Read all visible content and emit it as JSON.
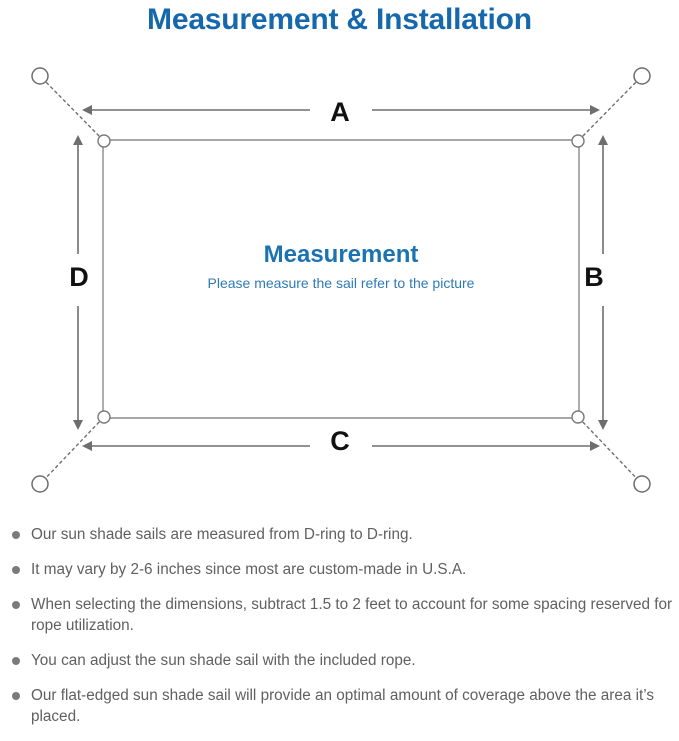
{
  "page": {
    "title": "Measurement & Installation",
    "title_color": "#1668AD",
    "background_color": "#FFFFFF"
  },
  "diagram": {
    "name": "sun-shade-sail-measurement-diagram",
    "sail_caption": {
      "heading": "Measurement",
      "subtext": "Please measure the sail refer to the picture",
      "heading_color": "#1B73B0",
      "subtext_color": "#2E7BB5"
    },
    "dimension_labels": {
      "top": "A",
      "right": "B",
      "bottom": "C",
      "left": "D"
    },
    "line_color": "#6E6E6E",
    "sail_edge_color": "#8A8A8A",
    "anchor_count": 4,
    "d_ring_count": 4
  },
  "notes": [
    {
      "text": "Our sun shade sails are measured from D-ring to D-ring."
    },
    {
      "text": "It may vary by 2-6 inches since most are custom-made in U.S.A."
    },
    {
      "text": "When selecting the dimensions, subtract 1.5 to 2 feet to account for some spacing reserved for rope utilization."
    },
    {
      "text": "You can adjust the sun shade sail with the included rope."
    },
    {
      "text": "Our flat-edged sun shade sail will provide an optimal amount of coverage above the area it’s placed."
    }
  ]
}
